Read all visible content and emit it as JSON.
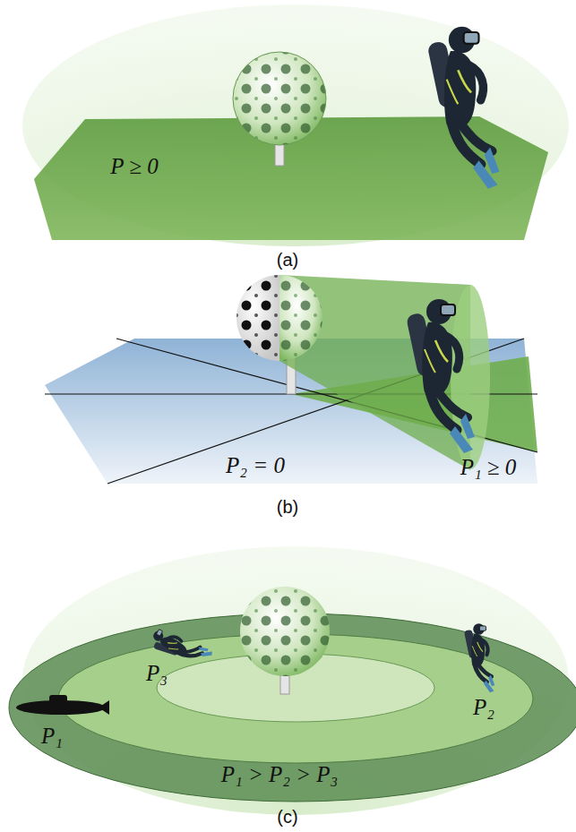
{
  "diagram": {
    "labels": [
      "P ≥ 0",
      "(a)",
      "P₂ = 0",
      "P₁ ≥ 0",
      "(b)",
      "P₃",
      "P₂",
      "P₁",
      "P₁ > P₂ > P₃",
      "(c)"
    ]
  }
}
